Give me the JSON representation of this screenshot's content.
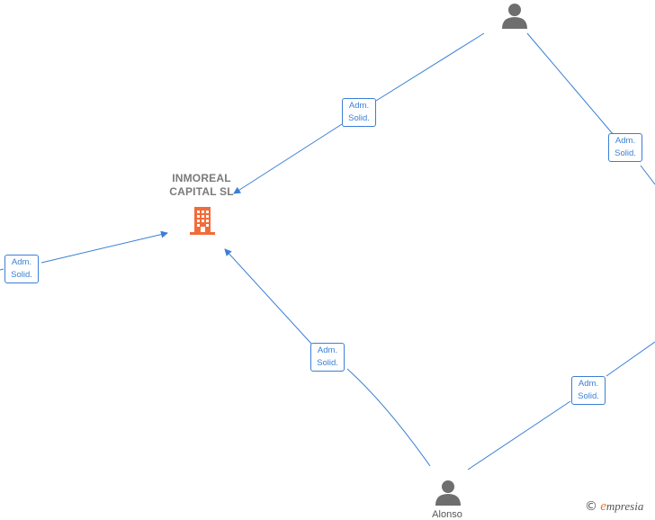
{
  "company": {
    "name_line1": "INMOREAL",
    "name_line2": "CAPITAL  SL",
    "icon": "building-icon",
    "color": "#f26b3a"
  },
  "persons": [
    {
      "id": "top",
      "icon": "person-icon",
      "name": ""
    },
    {
      "id": "bottom",
      "icon": "person-icon",
      "name": "Alonso"
    }
  ],
  "edge_labels": [
    {
      "id": "e1",
      "line1": "Adm.",
      "line2": "Solid."
    },
    {
      "id": "e2",
      "line1": "Adm.",
      "line2": "Solid."
    },
    {
      "id": "e3",
      "line1": "Adm.",
      "line2": "Solid."
    },
    {
      "id": "e4",
      "line1": "Adm.",
      "line2": "Solid."
    },
    {
      "id": "e5",
      "line1": "Adm.",
      "line2": "Solid."
    }
  ],
  "colors": {
    "edge": "#3a7fd5",
    "person": "#6e6e6e"
  },
  "brand": {
    "copyright": "©",
    "initial": "e",
    "rest": "mpresia"
  }
}
